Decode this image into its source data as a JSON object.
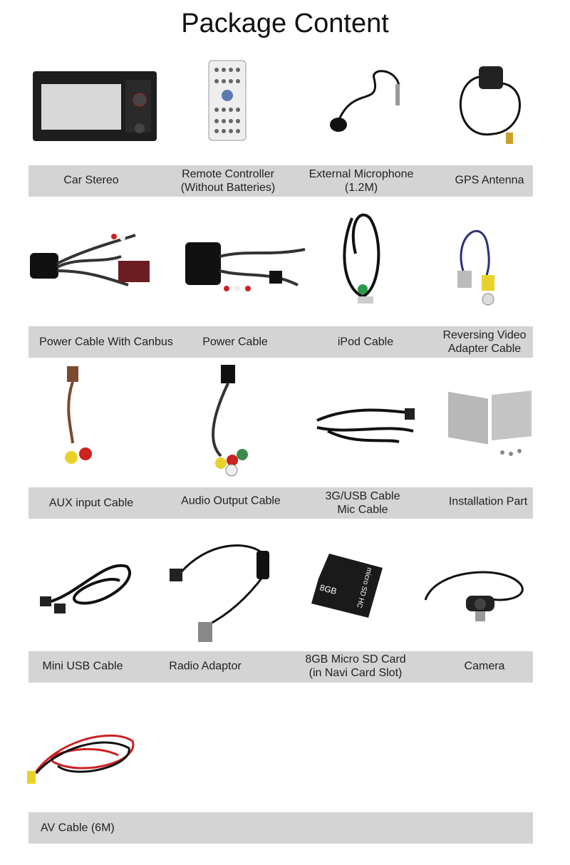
{
  "title": "Package Content",
  "items": [
    {
      "lines": [
        "Car Stereo"
      ]
    },
    {
      "lines": [
        "Remote Controller",
        "(Without Batteries)"
      ]
    },
    {
      "lines": [
        "External Microphone",
        "(1.2M)"
      ]
    },
    {
      "lines": [
        "GPS Antenna"
      ]
    },
    {
      "lines": [
        "Power Cable With Canbus"
      ]
    },
    {
      "lines": [
        "Power Cable"
      ]
    },
    {
      "lines": [
        "iPod Cable"
      ]
    },
    {
      "lines": [
        "Reversing Video",
        "Adapter Cable"
      ]
    },
    {
      "lines": [
        "AUX input Cable"
      ]
    },
    {
      "lines": [
        "Audio Output Cable"
      ]
    },
    {
      "lines": [
        "3G/USB Cable",
        "Mic Cable"
      ]
    },
    {
      "lines": [
        "Installation Part"
      ]
    },
    {
      "lines": [
        "Mini USB Cable"
      ]
    },
    {
      "lines": [
        "Radio Adaptor"
      ]
    },
    {
      "lines": [
        "8GB Micro SD Card",
        "(in Navi Card Slot)"
      ]
    },
    {
      "lines": [
        "Camera"
      ]
    },
    {
      "lines": [
        "AV Cable (6M)"
      ]
    }
  ],
  "sd_card": {
    "capacity": "8GB",
    "brand": "micro SD HC"
  }
}
